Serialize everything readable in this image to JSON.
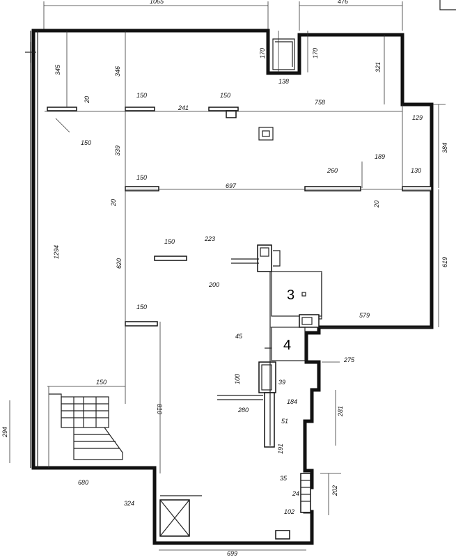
{
  "drawing": {
    "room_labels": [
      "3",
      "4"
    ],
    "top_dims": [
      "1065",
      "476"
    ],
    "bottom_dim": "699",
    "dims": {
      "d345": "345",
      "d346": "346",
      "d170a": "170",
      "d170b": "170",
      "d138": "138",
      "d321": "321",
      "d20a": "20",
      "d150a": "150",
      "d150b": "150",
      "d241": "241",
      "d150c": "150",
      "d758": "758",
      "d129": "129",
      "d384": "384",
      "d339": "339",
      "d189": "189",
      "d260": "260",
      "d130": "130",
      "d150d": "150",
      "d697": "697",
      "d20b": "20",
      "d20c": "20",
      "d1294": "1294",
      "d150e": "150",
      "d223": "223",
      "d620": "620",
      "d619": "619",
      "d200": "200",
      "d150f": "150",
      "d579": "579",
      "d45": "45",
      "d275": "275",
      "d100": "100",
      "d150g": "150",
      "d39": "39",
      "d184": "184",
      "d280": "280",
      "d281": "281",
      "d51": "51",
      "d294": "294",
      "d810": "810",
      "d191": "191",
      "d35": "35",
      "d202": "202",
      "d24": "24",
      "d680": "680",
      "d324": "324",
      "d102": "102"
    }
  }
}
